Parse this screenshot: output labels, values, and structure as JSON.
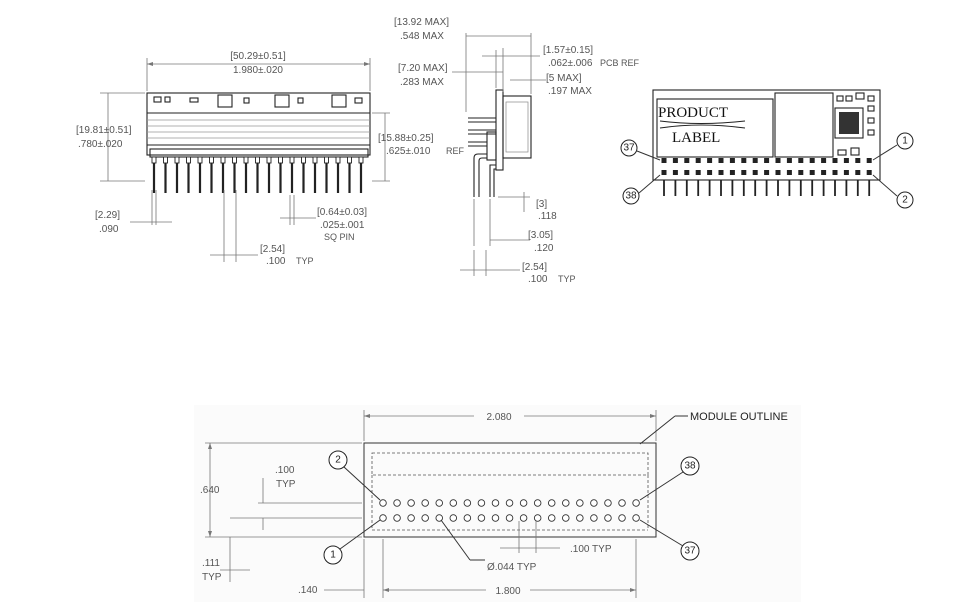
{
  "front_view": {
    "width_mm": "[50.29±0.51]",
    "width_in": "1.980±.020",
    "height_mm": "[19.81±0.51]",
    "height_in": ".780±.020",
    "ref_height_mm": "[15.88±0.25]",
    "ref_height_in": ".625±.010",
    "ref_label": "REF",
    "pin_offset_mm": "[2.29]",
    "pin_offset_in": ".090",
    "pin_size_mm": "[0.64±0.03]",
    "pin_size_in": ".025±.001",
    "pin_size_note": "SQ PIN",
    "pitch_mm": "[2.54]",
    "pitch_in": ".100",
    "pitch_typ": "TYP"
  },
  "side_view": {
    "depth_mm": "[13.92 MAX]",
    "depth_in": ".548 MAX",
    "body_mm": "[7.20 MAX]",
    "body_in": ".283 MAX",
    "pcb_mm": "[1.57±0.15]",
    "pcb_in": ".062±.006",
    "pcb_note": "PCB REF",
    "standoff_mm": "[5 MAX]",
    "standoff_in": ".197 MAX",
    "tail_mm": "[3]",
    "tail_in": ".118",
    "tail2_mm": "[3.05]",
    "tail2_in": ".120",
    "pitch_mm": "[2.54]",
    "pitch_in": ".100",
    "pitch_typ": "TYP"
  },
  "top_view": {
    "label_line1": "PRODUCT",
    "label_line2": "LABEL",
    "pin_37": "37",
    "pin_38": "38",
    "pin_1": "1",
    "pin_2": "2"
  },
  "footprint": {
    "outline_width": "2.080",
    "outline_label": "MODULE OUTLINE",
    "height": ".640",
    "row_pitch": ".100",
    "row_pitch_typ": "TYP",
    "bottom_offset": ".111",
    "bottom_offset_typ": "TYP",
    "left_offset": ".140",
    "pin_span": "1.800",
    "hole_dia": "Ø.044 TYP",
    "col_pitch": ".100 TYP",
    "pin_2": "2",
    "pin_38": "38",
    "pin_1": "1",
    "pin_37": "37"
  }
}
